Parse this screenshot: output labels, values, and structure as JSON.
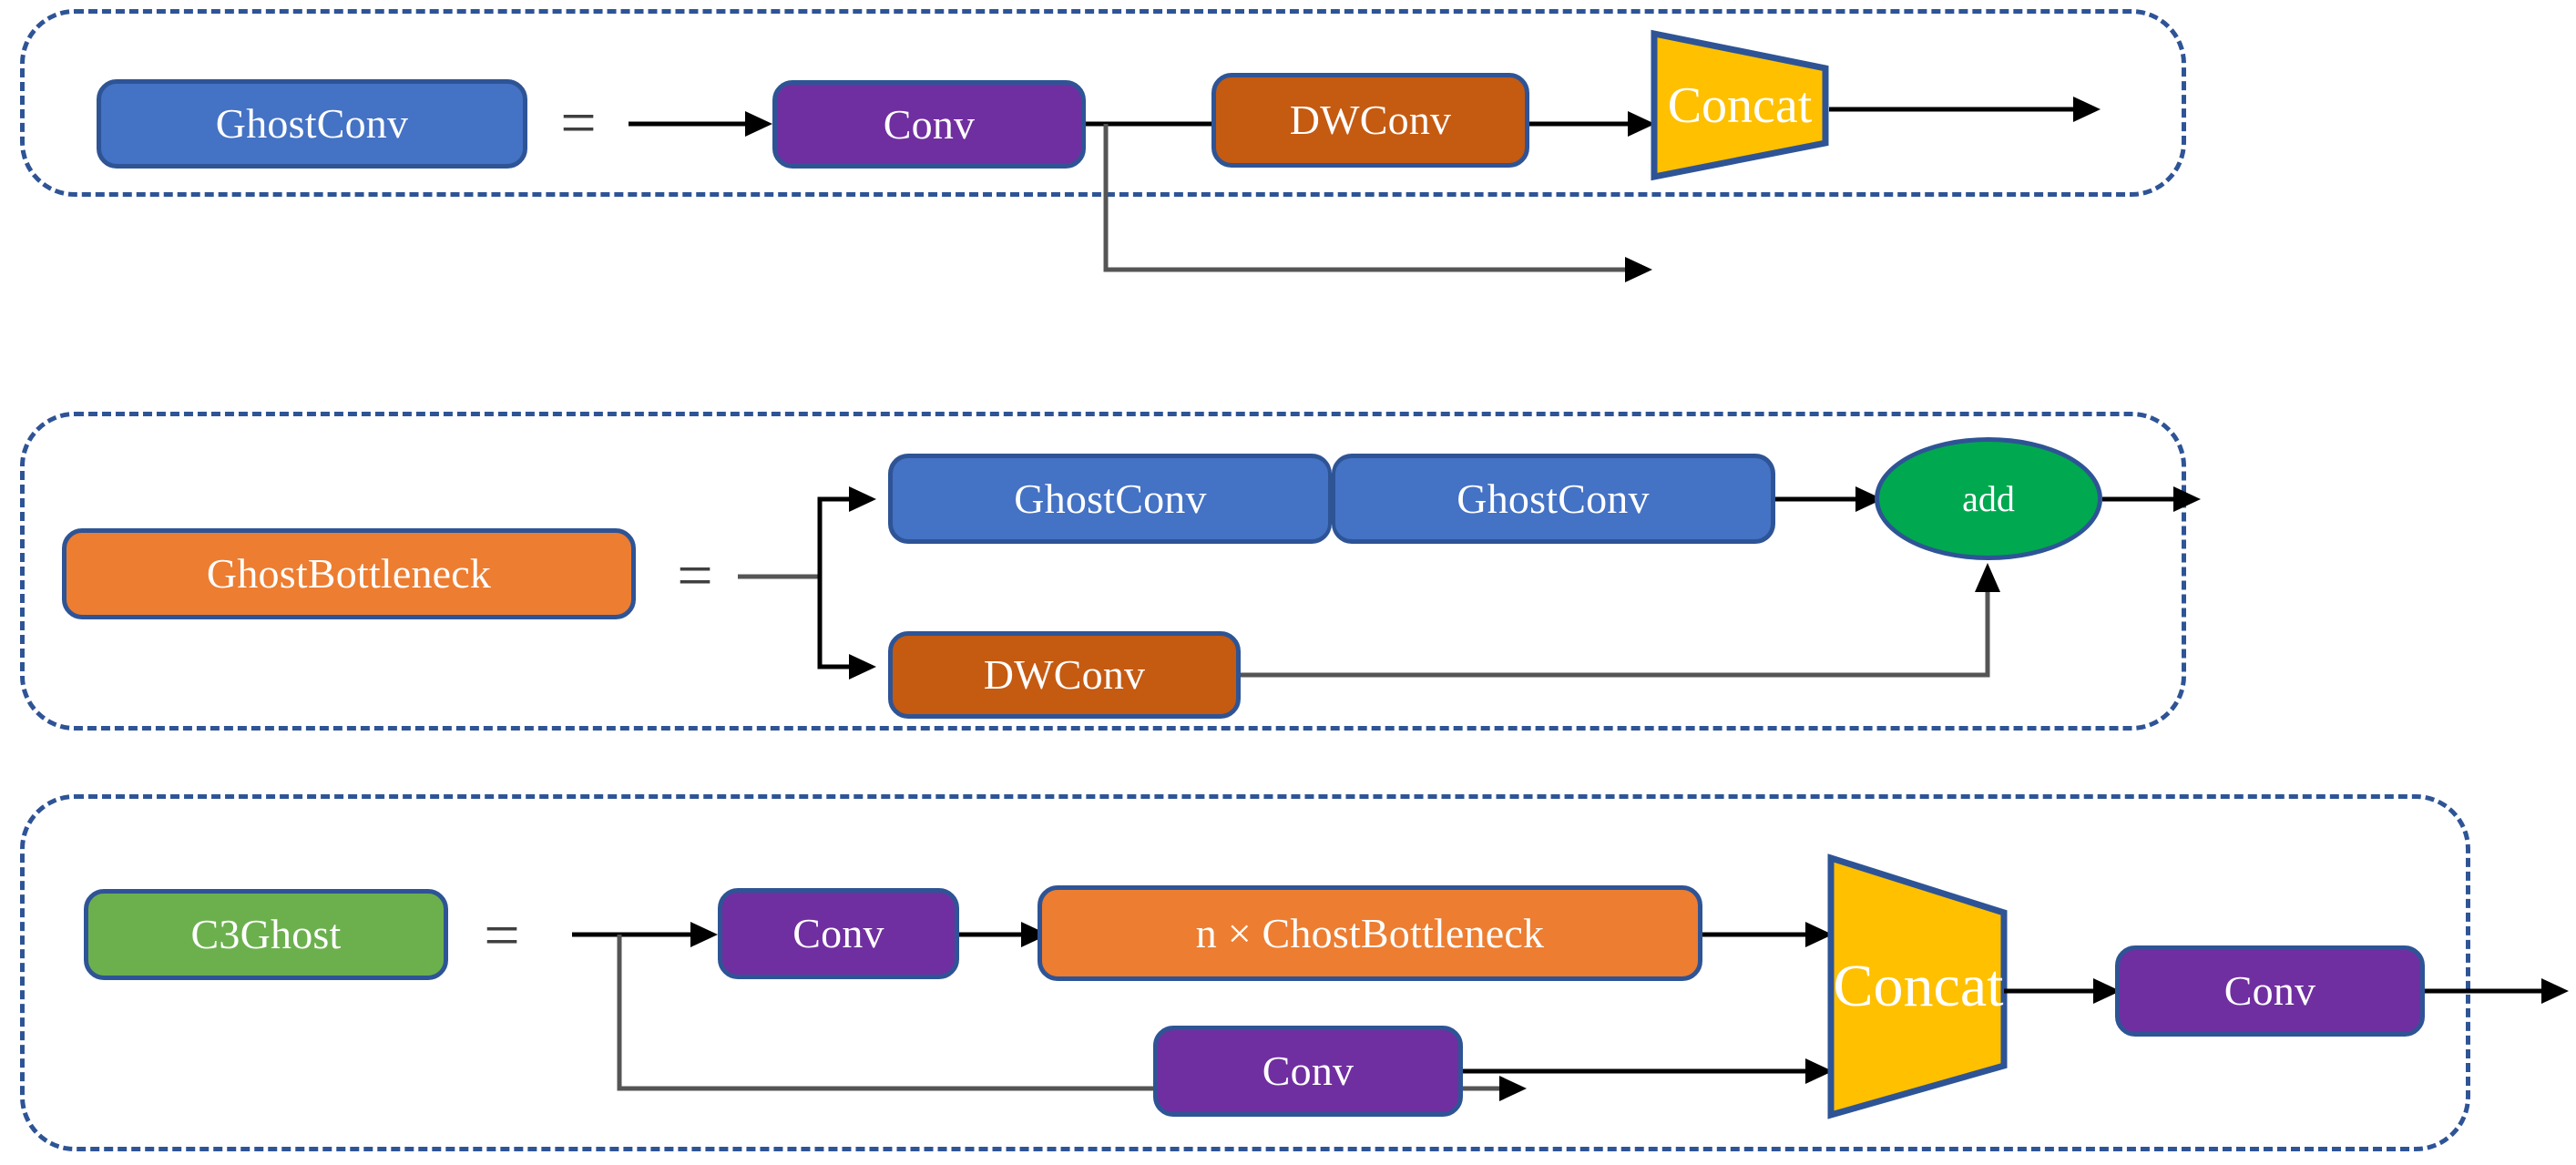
{
  "diagram": {
    "title": "GhostConv / GhostBottleneck / C3Ghost module decomposition",
    "colors": {
      "panel_border": "#2E5496",
      "blue": "#4472C4",
      "orange": "#ED7D31",
      "dark_orange": "#C55A11",
      "purple": "#702FA0",
      "green": "#6CB04E",
      "add_green": "#00A84F",
      "yellow": "#FFC000",
      "node_border": "#2E5496",
      "arrow": "#000000",
      "background": "#FFFFFF"
    },
    "equals_symbol": "=",
    "multiply_symbol": "×"
  },
  "panels": [
    {
      "id": "ghostconv",
      "lhs_label": "GhostConv",
      "equals": "=",
      "nodes": [
        {
          "id": "p1-conv",
          "label": "Conv"
        },
        {
          "id": "p1-dwconv",
          "label": "DWConv"
        },
        {
          "id": "p1-concat",
          "label": "Concat"
        }
      ]
    },
    {
      "id": "ghostbottleneck",
      "lhs_label": "GhostBottleneck",
      "equals": "=",
      "nodes": [
        {
          "id": "p2-ghostconv-1",
          "label": "GhostConv"
        },
        {
          "id": "p2-ghostconv-2",
          "label": "GhostConv"
        },
        {
          "id": "p2-dwconv",
          "label": "DWConv"
        },
        {
          "id": "p2-add",
          "label": "add"
        }
      ]
    },
    {
      "id": "c3ghost",
      "lhs_label": "C3Ghost",
      "equals": "=",
      "nodes": [
        {
          "id": "p3-conv-top",
          "label": "Conv"
        },
        {
          "id": "p3-bottleneck",
          "label": "n × ChostBottleneck"
        },
        {
          "id": "p3-conv-bottom",
          "label": "Conv"
        },
        {
          "id": "p3-concat",
          "label": "Concat"
        },
        {
          "id": "p3-conv-out",
          "label": "Conv"
        }
      ]
    }
  ]
}
